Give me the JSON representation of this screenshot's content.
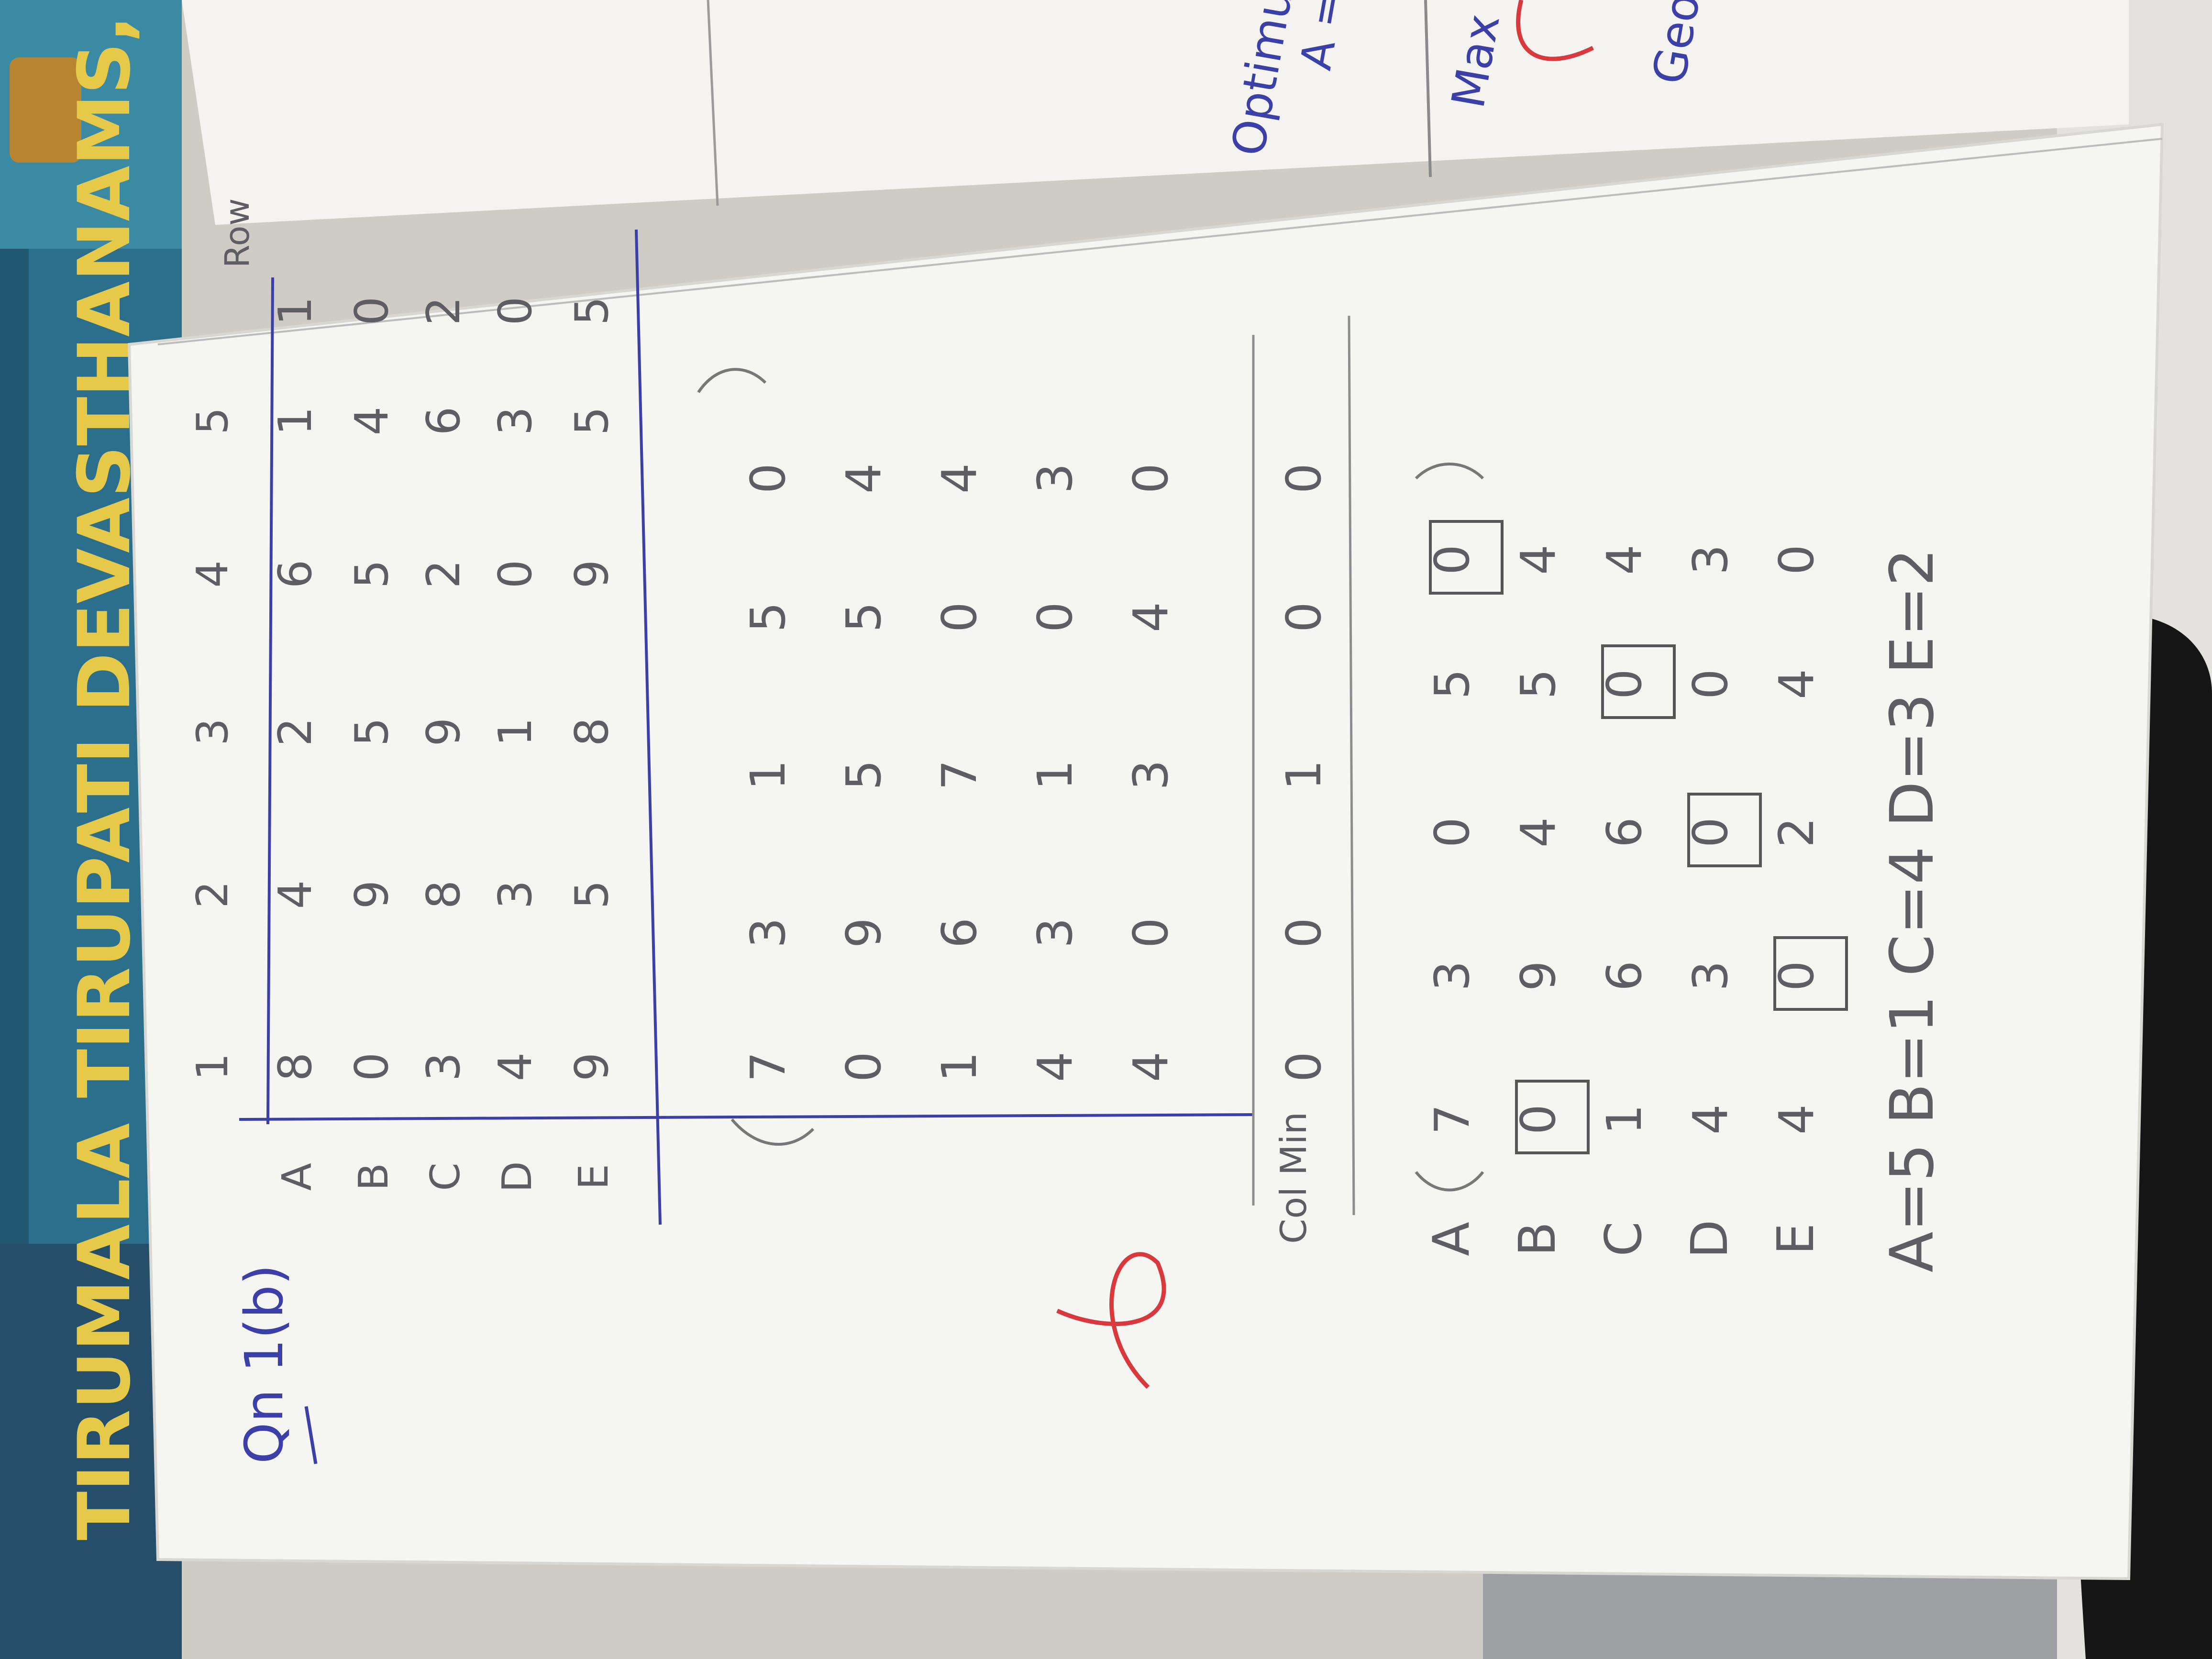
{
  "book_cover": {
    "publisher": "TIRUMALA TIRUPATI DEVASTHANAMS, TIRUPATI",
    "bg_color": "#2b6f8c",
    "text_color": "#e7c94a"
  },
  "top_sheet": {
    "words": [
      "Optimum",
      "A =",
      "Max",
      "Geo"
    ]
  },
  "worksheet": {
    "question_label": "Qn 1(b)",
    "matrix1": {
      "col_headers": [
        "1",
        "2",
        "3",
        "4",
        "5"
      ],
      "row_labels": [
        "A",
        "B",
        "C",
        "D",
        "E"
      ],
      "rows": [
        [
          "8",
          "4",
          "2",
          "6",
          "1"
        ],
        [
          "0",
          "9",
          "5",
          "5",
          "4"
        ],
        [
          "3",
          "8",
          "9",
          "2",
          "6"
        ],
        [
          "4",
          "3",
          "1",
          "0",
          "3"
        ],
        [
          "9",
          "5",
          "8",
          "9",
          "5"
        ]
      ],
      "row_min_label": "Row",
      "row_min": [
        "1",
        "0",
        "2",
        "0",
        "5"
      ]
    },
    "matrix2": {
      "rows": [
        [
          "7",
          "3",
          "1",
          "5",
          "0"
        ],
        [
          "0",
          "9",
          "5",
          "5",
          "4"
        ],
        [
          "1",
          "6",
          "7",
          "0",
          "4"
        ],
        [
          "4",
          "3",
          "1",
          "0",
          "3"
        ],
        [
          "4",
          "0",
          "3",
          "4",
          "0"
        ]
      ],
      "col_min_label": "Col Min",
      "col_min": [
        "0",
        "0",
        "1",
        "0",
        "0"
      ]
    },
    "matrix3": {
      "row_labels": [
        "A",
        "B",
        "C",
        "D",
        "E"
      ],
      "rows": [
        [
          "7",
          "3",
          "0",
          "5",
          "0"
        ],
        [
          "0",
          "9",
          "4",
          "5",
          "4"
        ],
        [
          "1",
          "6",
          "6",
          "0",
          "4"
        ],
        [
          "4",
          "3",
          "0",
          "0",
          "3"
        ],
        [
          "4",
          "0",
          "2",
          "4",
          "0"
        ]
      ],
      "boxed": [
        [
          0,
          4
        ],
        [
          1,
          0
        ],
        [
          2,
          3
        ],
        [
          3,
          2
        ],
        [
          4,
          1
        ]
      ]
    },
    "assignment": "A=5  B=1  C=4  D=3  E=2",
    "red_mark": "tick"
  }
}
